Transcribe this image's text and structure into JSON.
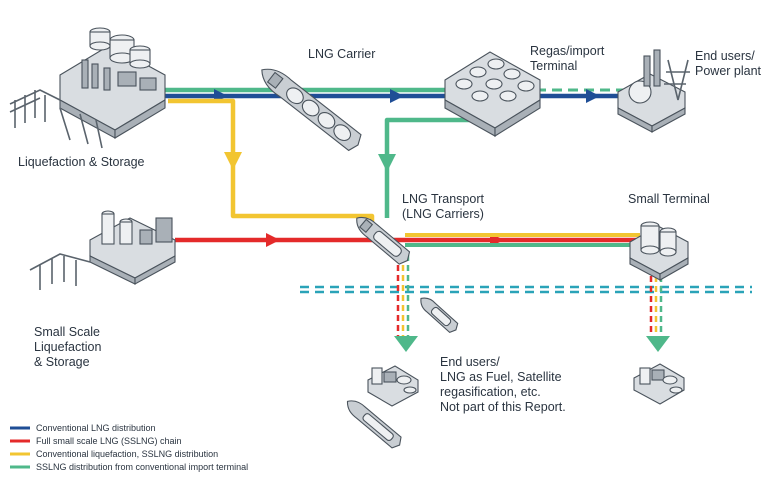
{
  "labels": {
    "liquefaction": "Liquefaction & Storage",
    "lng_carrier": "LNG Carrier",
    "regas_line1": "Regas/import",
    "regas_line2": "Terminal",
    "end_users_line1": "End users/",
    "end_users_line2": "Power plant",
    "transport_line1": "LNG Transport",
    "transport_line2": "(LNG Carriers)",
    "small_terminal": "Small Terminal",
    "ss_line1": "Small Scale",
    "ss_line2": "Liquefaction",
    "ss_line3": "& Storage",
    "fuel_line1": "End users/",
    "fuel_line2": "LNG as Fuel, Satellite",
    "fuel_line3": "regasification, etc.",
    "fuel_line4": "Not part of this Report."
  },
  "legend": [
    {
      "label": "Conventional LNG distribution",
      "color": "#1f4e96"
    },
    {
      "label": "Full small scale LNG (SSLNG) chain",
      "color": "#e42a2a"
    },
    {
      "label": "Conventional liquefaction, SSLNG distribution",
      "color": "#f2c531"
    },
    {
      "label": "SSLNG distribution from conventional import terminal",
      "color": "#4fb88a"
    }
  ],
  "colors": {
    "blue": "#1f4e96",
    "red": "#e42a2a",
    "yellow": "#f2c531",
    "green": "#4fb88a",
    "dashed_line": "#2aa3b8",
    "facility_fill": "#d9dde1",
    "facility_stroke": "#4a535c"
  }
}
